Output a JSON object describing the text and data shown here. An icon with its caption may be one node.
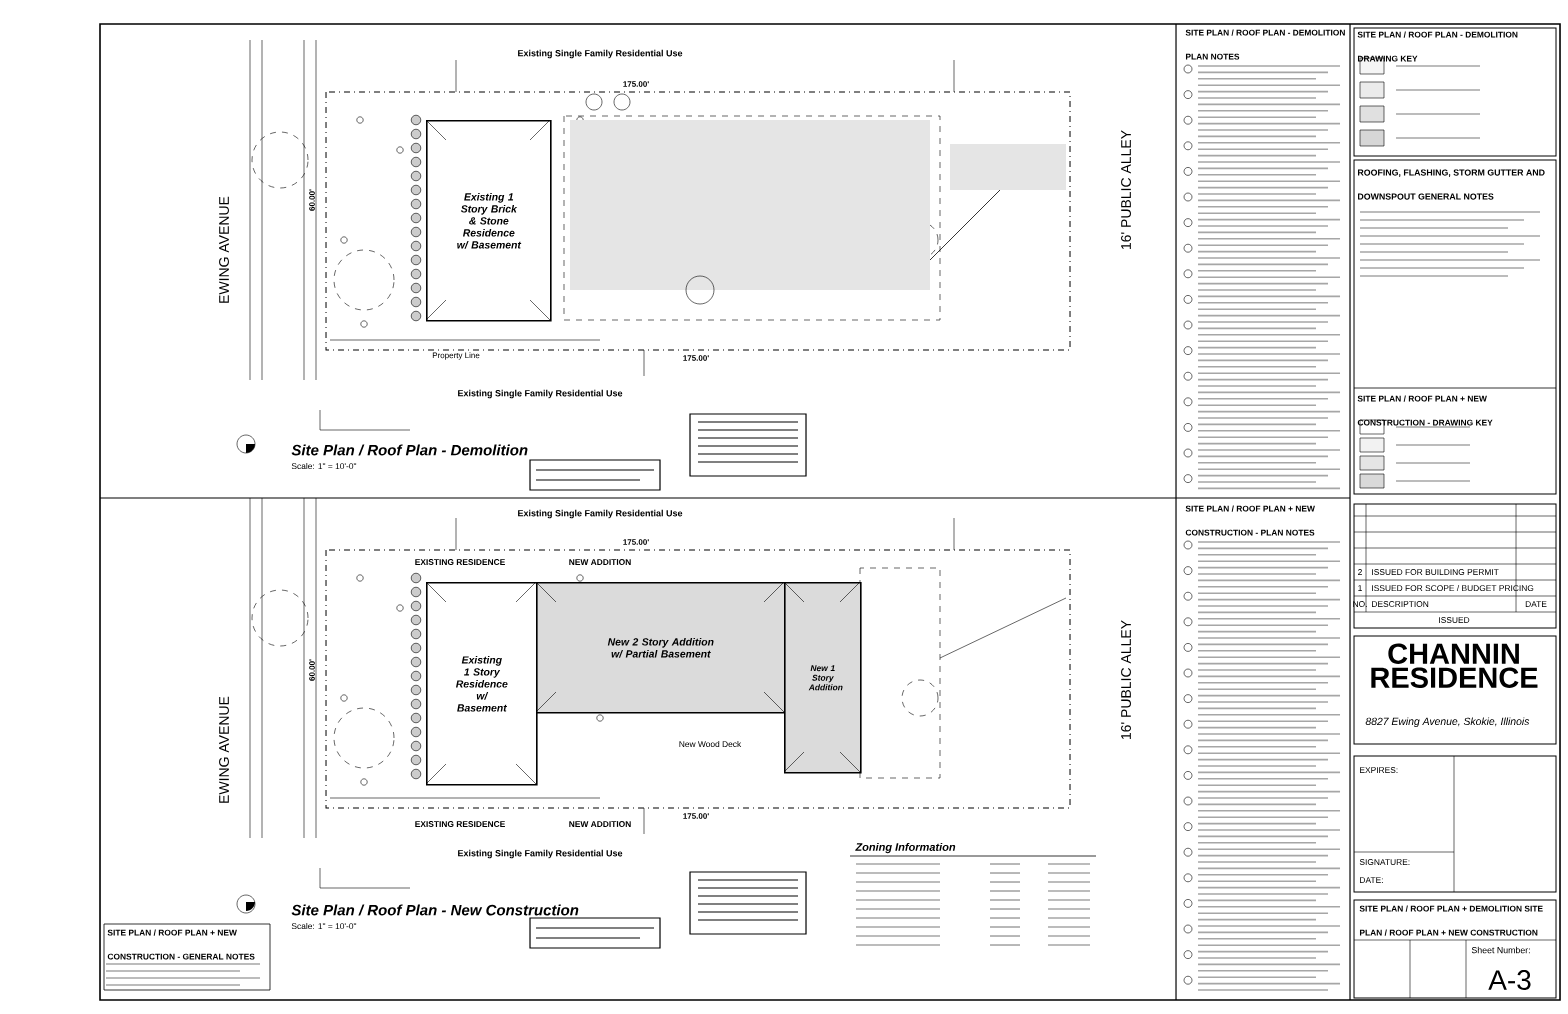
{
  "diagram": {
    "nodes": [
      {
        "text": [
          "Existing 1 Story Brick & Stone Residence w/ Basement"
        ]
      },
      {
        "text": [
          "Existing 1 Story Residence w/ Basement"
        ]
      },
      {
        "text": [
          "New 2 Story Addition w/ Partial Basement"
        ]
      },
      {
        "text": [
          "New 1 Story Addition"
        ]
      }
    ],
    "labels": [
      "Existing Single Family Residential Use",
      "175.00'",
      "EWING AVENUE",
      "60.00'",
      "Property Line",
      "175.00'",
      "Existing Single Family Residential Use",
      "Site Plan / Roof Plan - Demolition",
      "Scale: 1\" = 10'-0\"",
      "16' PUBLIC ALLEY",
      "Existing Single Family Residential Use",
      "175.00'",
      "EWING AVENUE",
      "60.00'",
      "EXISTING RESIDENCE",
      "NEW ADDITION",
      "New Wood Deck",
      "EXISTING RESIDENCE",
      "NEW ADDITION",
      "175.00'",
      "Existing Single Family Residential Use",
      "Site Plan / Roof Plan - New Construction",
      "Scale: 1\" = 10'-0\"",
      "16' PUBLIC ALLEY",
      "Zoning Information",
      "SITE PLAN / ROOF PLAN + NEW CONSTRUCTION - GENERAL NOTES",
      "SITE PLAN / ROOF PLAN - DEMOLITION PLAN NOTES",
      "SITE PLAN / ROOF PLAN - DEMOLITION DRAWING KEY",
      "ROOFING, FLASHING, STORM GUTTER AND DOWNSPOUT GENERAL NOTES",
      "SITE PLAN / ROOF PLAN + NEW CONSTRUCTION - DRAWING KEY",
      "SITE PLAN / ROOF PLAN + NEW CONSTRUCTION - PLAN NOTES",
      "2",
      "ISSUED FOR BUILDING PERMIT",
      "1",
      "ISSUED FOR SCOPE / BUDGET PRICING",
      "NO.",
      "DESCRIPTION",
      "DATE",
      "ISSUED",
      "CHANNIN RESIDENCE",
      "8827 Ewing Avenue, Skokie, Illinois",
      "EXPIRES:",
      "SIGNATURE:",
      "DATE:",
      "SITE PLAN / ROOF PLAN + DEMOLITION SITE PLAN / ROOF PLAN + NEW CONSTRUCTION",
      "Sheet Number:",
      "A-3"
    ]
  }
}
